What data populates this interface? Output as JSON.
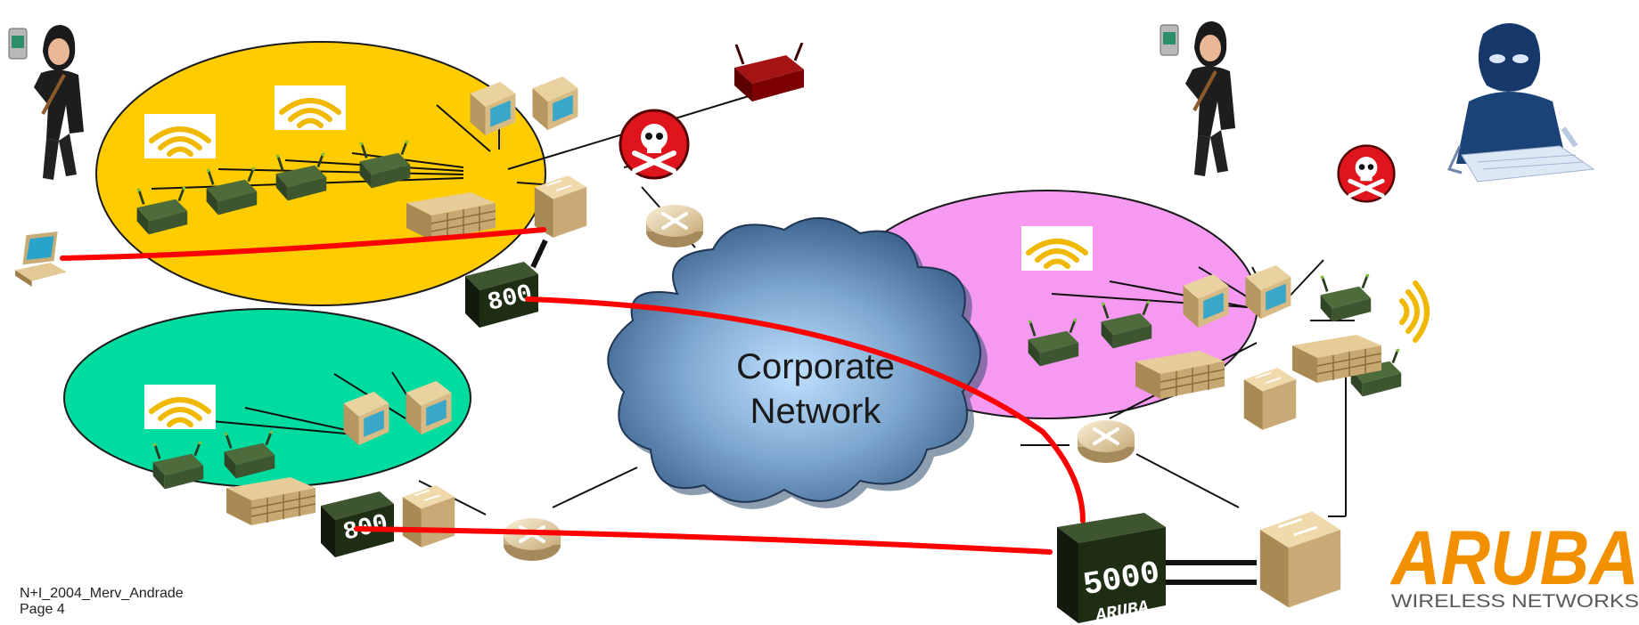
{
  "cloud": {
    "line1": "Corporate",
    "line2": "Network"
  },
  "controllers": {
    "branch_top": "800",
    "branch_bottom": "800",
    "core": "5000",
    "core_brand": "ARUBA"
  },
  "footer": {
    "line1": "N+I_2004_Merv_Andrade",
    "line2": "Page 4"
  },
  "logo": {
    "name": "ARUBA",
    "tagline": "WIRELESS NETWORKS"
  },
  "colors": {
    "zone_yellow": "#ffcc00",
    "zone_teal": "#00dca0",
    "zone_pink": "#f59af0",
    "tunnel": "#ff0000",
    "cloud": "#5f8cb8",
    "brand": "#f39000"
  }
}
